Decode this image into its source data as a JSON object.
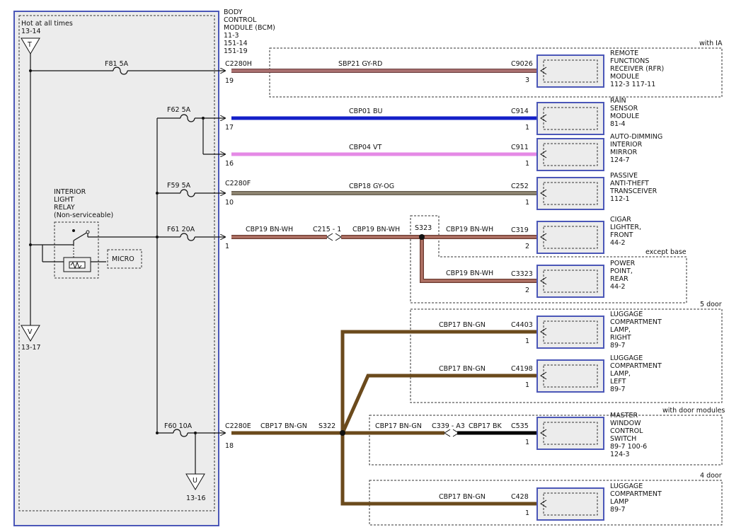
{
  "bcm": {
    "title_lines": [
      "BODY",
      "CONTROL",
      "MODULE (BCM)"
    ],
    "refs": [
      "11-3",
      "151-14",
      "151-19"
    ],
    "hot_label": "Hot at all times",
    "hot_ref": "13-14",
    "v_ref": "13-17",
    "u_ref": "13-16"
  },
  "relay": {
    "lines": [
      "INTERIOR",
      "LIGHT",
      "RELAY",
      "(Non-serviceable)"
    ],
    "micro": "MICRO"
  },
  "fuses": {
    "f81": "F81   5A",
    "f62": "F62   5A",
    "f59": "F59   5A",
    "f61": "F61   20A",
    "f60": "F60   10A"
  },
  "connectors": {
    "c2280h": "C2280H",
    "pin19": "19",
    "pin17": "17",
    "pin16": "16",
    "c2280f": "C2280F",
    "pin10": "10",
    "pin1": "1",
    "c2280e": "C2280E",
    "pin18": "18",
    "c215": "C215 - 1",
    "s323": "S323",
    "s322": "S322",
    "c339": "C339 - A3"
  },
  "circuits": {
    "sbp21": "SBP21   GY-RD",
    "cbp01": "CBP01   BU",
    "cbp04": "CBP04   VT",
    "cbp18": "CBP18   GY-OG",
    "cbp19a": "CBP19   BN-WH",
    "cbp19b": "CBP19   BN-WH",
    "cbp19c": "CBP19   BN-WH",
    "cbp19d": "CBP19   BN-WH",
    "cbp17a": "CBP17   BN-GN",
    "cbp17b": "CBP17   BN-GN",
    "cbp17c": "CBP17   BN-GN",
    "cbp17d": "CBP17   BN-GN",
    "cbp17e": "CBP17   BN-GN",
    "cbp17bk": "CBP17   BK"
  },
  "options": {
    "with_ia": "with IA",
    "except_base": "except base",
    "five_door": "5 door",
    "with_door_modules": "with door modules",
    "four_door": "4 door"
  },
  "components": [
    {
      "conn": "C9026",
      "pin": "3",
      "lines": [
        "REMOTE",
        "FUNCTIONS",
        "RECEIVER (RFR)",
        "MODULE",
        "112-3     117-11"
      ]
    },
    {
      "conn": "C914",
      "pin": "1",
      "lines": [
        "RAIN",
        "SENSOR",
        "MODULE",
        "81-4"
      ]
    },
    {
      "conn": "C911",
      "pin": "1",
      "lines": [
        "AUTO-DIMMING",
        "INTERIOR",
        "MIRROR",
        "124-7"
      ]
    },
    {
      "conn": "C252",
      "pin": "1",
      "lines": [
        "PASSIVE",
        "ANTI-THEFT",
        "TRANSCEIVER",
        "112-1"
      ]
    },
    {
      "conn": "C319",
      "pin": "2",
      "lines": [
        "CIGAR",
        "LIGHTER,",
        "FRONT",
        "44-2"
      ]
    },
    {
      "conn": "C3323",
      "pin": "2",
      "lines": [
        "POWER",
        "POINT,",
        "REAR",
        "44-2"
      ]
    },
    {
      "conn": "C4403",
      "pin": "1",
      "lines": [
        "LUGGAGE",
        "COMPARTMENT",
        "LAMP,",
        "RIGHT",
        "89-7"
      ]
    },
    {
      "conn": "C4198",
      "pin": "1",
      "lines": [
        "LUGGAGE",
        "COMPARTMENT",
        "LAMP,",
        "LEFT",
        "89-7"
      ]
    },
    {
      "conn": "C535",
      "pin": "1",
      "lines": [
        "MASTER",
        "WINDOW",
        "CONTROL",
        "SWITCH",
        "89-7     100-6",
        "124-3"
      ]
    },
    {
      "conn": "C428",
      "pin": "1",
      "lines": [
        "LUGGAGE",
        "COMPARTMENT",
        "LAMP",
        "89-7"
      ]
    }
  ],
  "colors": {
    "gy_rd": "#a86f6f",
    "bu": "#1420c8",
    "vt": "#e58ae6",
    "gy_og": "#8c8370",
    "bn_wh": "#b07265",
    "bn_gn": "#6b4a1c",
    "bk": "#000000",
    "bcm_border": "#4b57b8",
    "bcm_fill": "#ececec"
  }
}
